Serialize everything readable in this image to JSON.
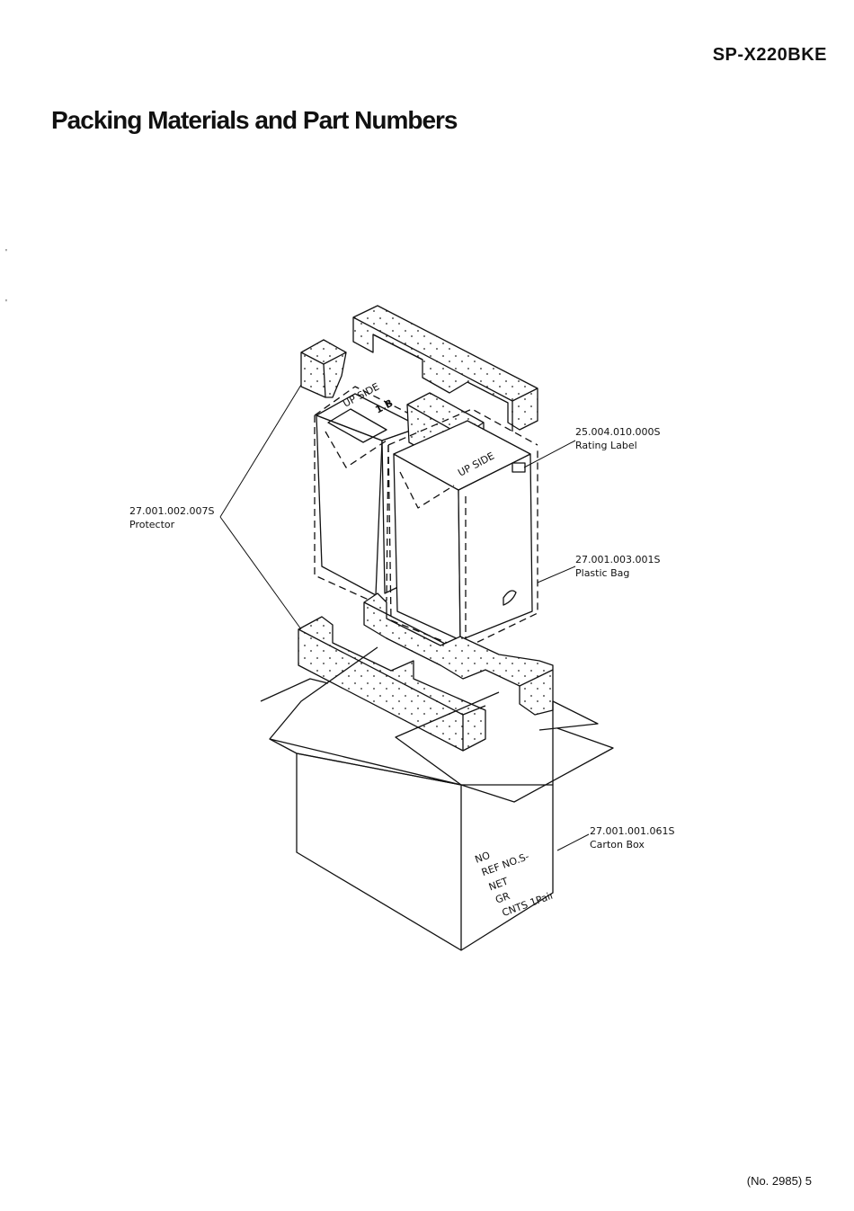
{
  "header": {
    "model": "SP-X220BKE",
    "title": "Packing Materials and Part Numbers"
  },
  "diagram": {
    "parts": [
      {
        "part_no": "25.004.010.000S",
        "name": "Rating Label"
      },
      {
        "part_no": "27.001.002.007S",
        "name": "Protector"
      },
      {
        "part_no": "27.001.003.001S",
        "name": "Plastic Bag"
      },
      {
        "part_no": "27.001.001.061S",
        "name": "Carton Box"
      }
    ],
    "box_markings": {
      "upside": "UP SIDE",
      "lb": "1.B",
      "lines": [
        "NO",
        "REF NO.S-",
        "NET",
        "GR",
        "CNTS 1Pair"
      ]
    }
  },
  "footer": {
    "page": "(No. 2985) 5"
  }
}
